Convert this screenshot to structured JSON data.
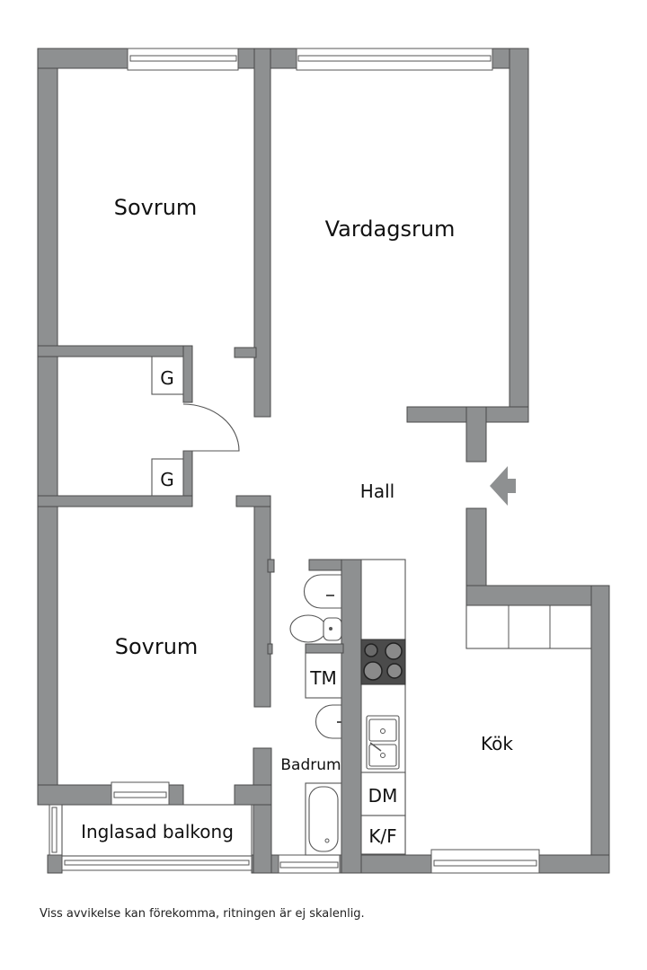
{
  "floorplan": {
    "rooms": {
      "sovrum_top": "Sovrum",
      "vardagsrum": "Vardagsrum",
      "hall": "Hall",
      "sovrum_bottom": "Sovrum",
      "kok": "Kök",
      "badrum": "Badrum",
      "balkong": "Inglasad balkong"
    },
    "fixtures": {
      "garderob_1": "G",
      "garderob_2": "G",
      "tvattmaskin": "TM",
      "diskmaskin": "DM",
      "kyl_frys": "K/F"
    },
    "entrance_icon": "entrance-arrow-icon",
    "colors": {
      "wall": "#8e9091",
      "wall_outline": "#4a4a4a",
      "stove": "#4b4b4b",
      "background": "#ffffff"
    }
  },
  "footer": {
    "disclaimer": "Viss avvikelse kan förekomma, ritningen är ej skalenlig."
  }
}
